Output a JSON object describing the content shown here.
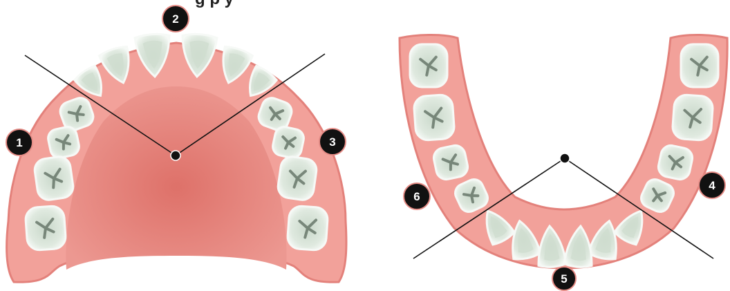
{
  "title_fragment": "g    p    y",
  "colors": {
    "gum": "#f2a19a",
    "gum_outline": "#e3817b",
    "palate": "#e07a74",
    "tooth_fill": "#dbe6dc",
    "tooth_edge": "#f6f9f6",
    "tooth_shadow": "#5a6a5c",
    "badge_fill": "#111111",
    "badge_ring": "#e58c86",
    "line": "#111111"
  },
  "diagram": {
    "upper_arch": {
      "regions": [
        {
          "label": "1",
          "name": "upper-left-posterior"
        },
        {
          "label": "2",
          "name": "upper-anterior"
        },
        {
          "label": "3",
          "name": "upper-right-posterior"
        }
      ],
      "teeth": {
        "incisors": 4,
        "canines": 2,
        "premolars": 4,
        "molars": 4
      }
    },
    "lower_arch": {
      "regions": [
        {
          "label": "4",
          "name": "lower-right-posterior"
        },
        {
          "label": "5",
          "name": "lower-anterior"
        },
        {
          "label": "6",
          "name": "lower-left-posterior"
        }
      ],
      "teeth": {
        "incisors": 4,
        "canines": 2,
        "premolars": 4,
        "molars": 4
      }
    }
  }
}
